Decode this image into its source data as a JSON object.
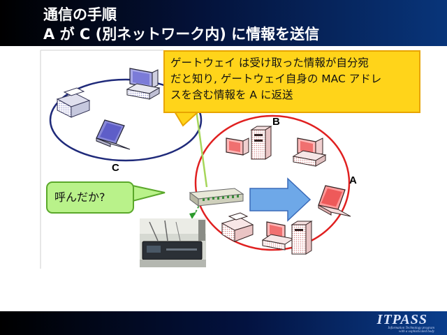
{
  "slide": {
    "title_line1": "通信の手順",
    "title_line2": "A が C (別ネットワーク内) に情報を送信"
  },
  "callout": {
    "line1": "ゲートウェイ は受け取った情報が自分宛",
    "line2": "だと知り, ゲートウェイ自身の MAC アドレ",
    "line3": "スを含む情報を A に返送"
  },
  "speech_bubble": {
    "text": "呼んだか?"
  },
  "labels": {
    "node_a": "A",
    "node_b": "B",
    "node_c": "C"
  },
  "footer": {
    "logo": "ITPASS",
    "logo_sub_line1": "Information Technology program",
    "logo_sub_line2": "with a sophisticated body"
  },
  "colors": {
    "left_network": "#1f2a7a",
    "right_network": "#e02020",
    "link_line": "#a6d65a",
    "arrow_fill": "#6ea8e8",
    "callout_bg": "#ffd41a",
    "bubble_bg": "#b9f28a"
  }
}
